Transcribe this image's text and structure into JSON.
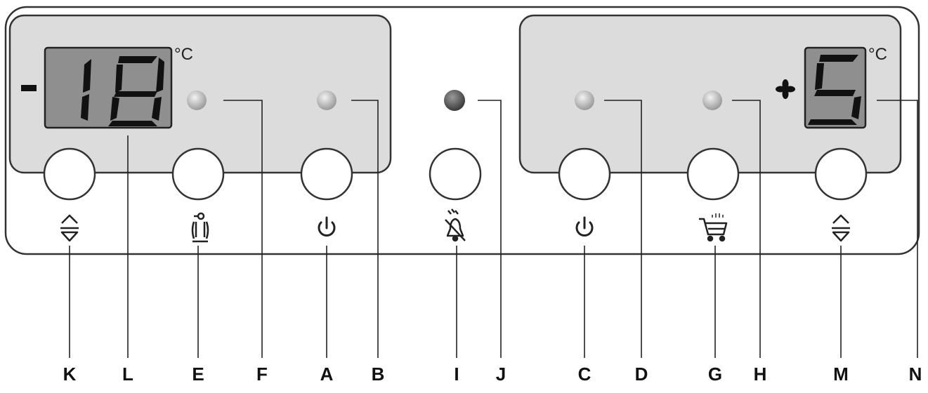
{
  "freezer": {
    "temperature_sign": "-",
    "temperature_value": "18",
    "unit": "°C"
  },
  "fridge": {
    "temperature_value": "5",
    "unit": "°C"
  },
  "callouts": [
    "K",
    "L",
    "E",
    "F",
    "A",
    "B",
    "I",
    "J",
    "C",
    "D",
    "G",
    "H",
    "M",
    "N"
  ],
  "colors": {
    "panel": "#dcdcdc",
    "display": "#8f8f8f",
    "led": "#bdbdbd",
    "led_alarm": "#555555",
    "outline": "#333333"
  }
}
